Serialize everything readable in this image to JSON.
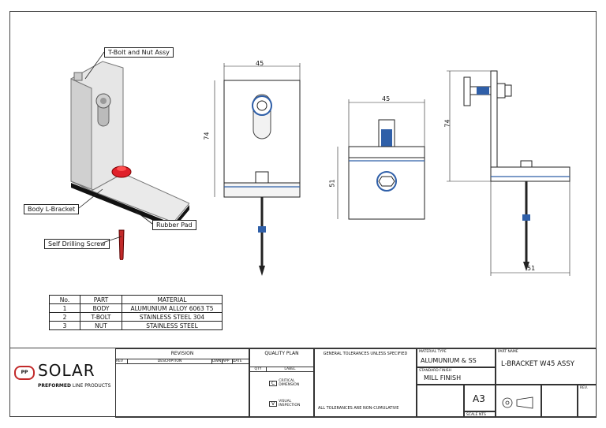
{
  "callouts": {
    "tbolt": "T-Bolt and Nut Assy",
    "body": "Body L-Bracket",
    "pad": "Rubber Pad",
    "screw": "Self Drilling Screw"
  },
  "dims": {
    "front_width": "45",
    "front_height": "74",
    "top_width": "45",
    "top_depth": "51",
    "side_height": "74",
    "side_base": "51"
  },
  "parts_table": {
    "headers": [
      "No.",
      "PART",
      "MATERIAL"
    ],
    "rows": [
      [
        "1",
        "BODY",
        "ALUMUNIUM ALLOY 6063 T5"
      ],
      [
        "2",
        "T-BOLT",
        "STAINLESS STEEL 304"
      ],
      [
        "3",
        "NUT",
        "STAINLESS STEEL"
      ]
    ]
  },
  "title_block": {
    "logo_text": "SOLAR",
    "logo_sub_bold": "PREFORMED",
    "logo_sub": "LINE PRODUCTS",
    "revision_title": "REVISION",
    "rev_headers": [
      "REV",
      "DESCRIPTION",
      "DWN",
      "APP",
      "DATE"
    ],
    "quality_title": "QUALITY PLAN",
    "quality_headers": [
      "QTY",
      "LABEL"
    ],
    "quality_items": [
      {
        "mark": "C",
        "text": "CRITICAL DIMENSION"
      },
      {
        "mark": "V",
        "text": "VISUAL INSPECTION"
      }
    ],
    "tolerance_title": "GENERAL TOLERANCES UNLESS SPECIFIED",
    "tolerance_footer": "ALL TOLERANCES ARE NON-CUMULATIVE",
    "material_label": "MATERIAL TYPE",
    "material": "ALUMUNIUM & SS",
    "finish_label": "STANDARD FINISH",
    "finish": "MILL FINISH",
    "part_label": "PART NAME",
    "part_name": "L-BRACKET W45 ASSY",
    "sheet_size": "A3",
    "scale_label": "SCALE NTS",
    "rev_label": "REV."
  },
  "colors": {
    "bolt_blue": "#2f5fa8",
    "nut_red": "#e0202a",
    "screw_red": "#c22a2a"
  }
}
